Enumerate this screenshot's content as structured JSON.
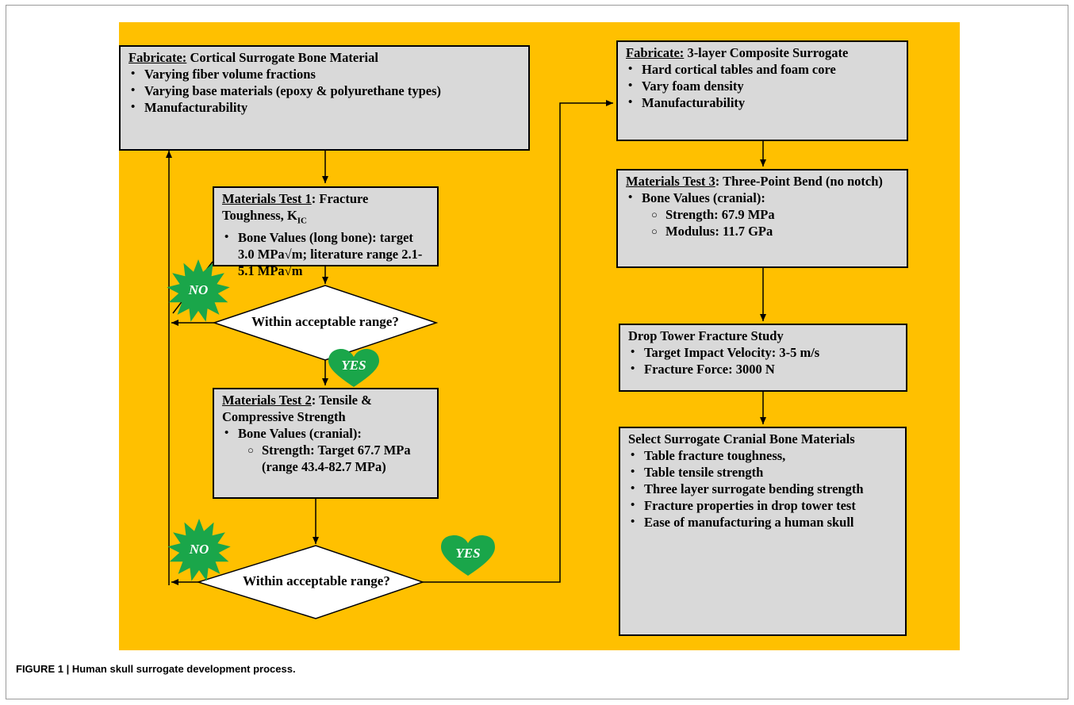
{
  "box1": {
    "title_a": "Fabricate:",
    "title_b": " Cortical Surrogate Bone Material",
    "bullets": [
      "Varying fiber volume fractions",
      "Varying base materials (epoxy & polyurethane types)",
      "Manufacturability"
    ]
  },
  "box2": {
    "title_a": "Materials Test 1",
    "title_b": ": Fracture Toughness, ",
    "title_k": "K",
    "title_sub": "IC",
    "bullets": [
      "Bone Values (long bone): target 3.0 MPa√m; literature range 2.1-5.1 MPa√m"
    ]
  },
  "decision1": {
    "text": "Within acceptable range?"
  },
  "box3": {
    "title_a": "Materials Test 2",
    "title_b": ": Tensile & Compressive Strength",
    "bullets": [
      "Bone Values (cranial):"
    ],
    "sub": [
      "Strength: Target 67.7 MPa (range 43.4-82.7 MPa)"
    ]
  },
  "decision2": {
    "text": "Within acceptable range?"
  },
  "box4": {
    "title_a": "Fabricate:",
    "title_b": " 3-layer  Composite Surrogate",
    "bullets": [
      "Hard cortical tables and foam core",
      "Vary foam density",
      "Manufacturability"
    ]
  },
  "box5": {
    "title_a": "Materials Test 3",
    "title_b": ": Three-Point Bend (no notch)",
    "bullets": [
      "Bone Values (cranial):"
    ],
    "sub": [
      "Strength: 67.9 MPa",
      "Modulus: 11.7 GPa"
    ]
  },
  "box6": {
    "title": "Drop Tower Fracture Study",
    "bullets": [
      "Target Impact Velocity: 3-5 m/s",
      "Fracture Force: 3000 N"
    ]
  },
  "box7": {
    "title": "Select Surrogate Cranial Bone Materials",
    "bullets": [
      "Table fracture toughness,",
      "Table tensile strength",
      "Three layer surrogate bending strength",
      "Fracture properties in drop tower test",
      "Ease of manufacturing a human skull"
    ]
  },
  "labels": {
    "no1": "NO",
    "no2": "NO",
    "yes1": "YES",
    "yes2": "YES"
  },
  "colors": {
    "background": "#ffc000",
    "box": "#d9d9d9",
    "badge": "#1aa64a"
  },
  "caption": "FIGURE 1 | Human skull surrogate development process."
}
